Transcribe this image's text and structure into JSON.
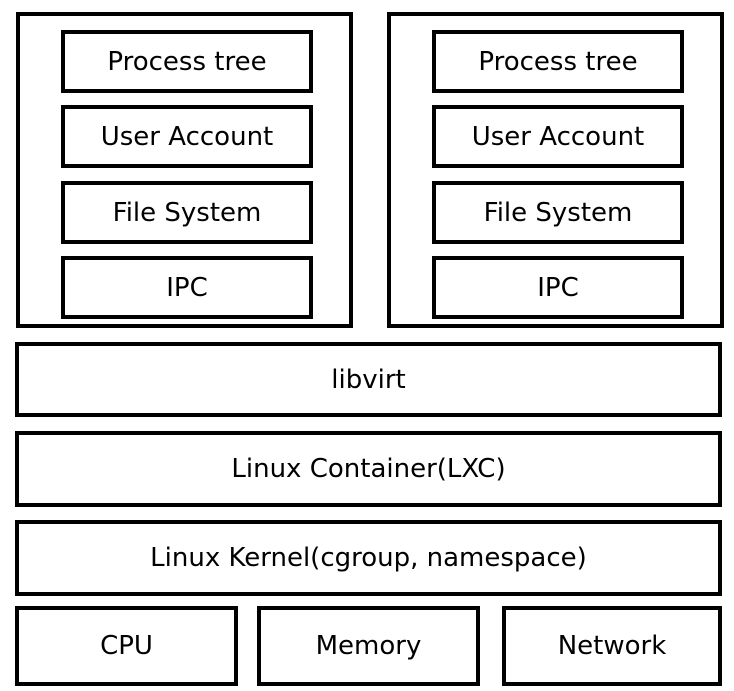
{
  "containers": [
    {
      "items": [
        "Process tree",
        "User Account",
        "File System",
        "IPC"
      ]
    },
    {
      "items": [
        "Process tree",
        "User Account",
        "File System",
        "IPC"
      ]
    }
  ],
  "layers": {
    "libvirt": "libvirt",
    "lxc": "Linux Container(LXC)",
    "kernel": "Linux Kernel(cgroup, namespace)"
  },
  "hardware": [
    "CPU",
    "Memory",
    "Network"
  ]
}
